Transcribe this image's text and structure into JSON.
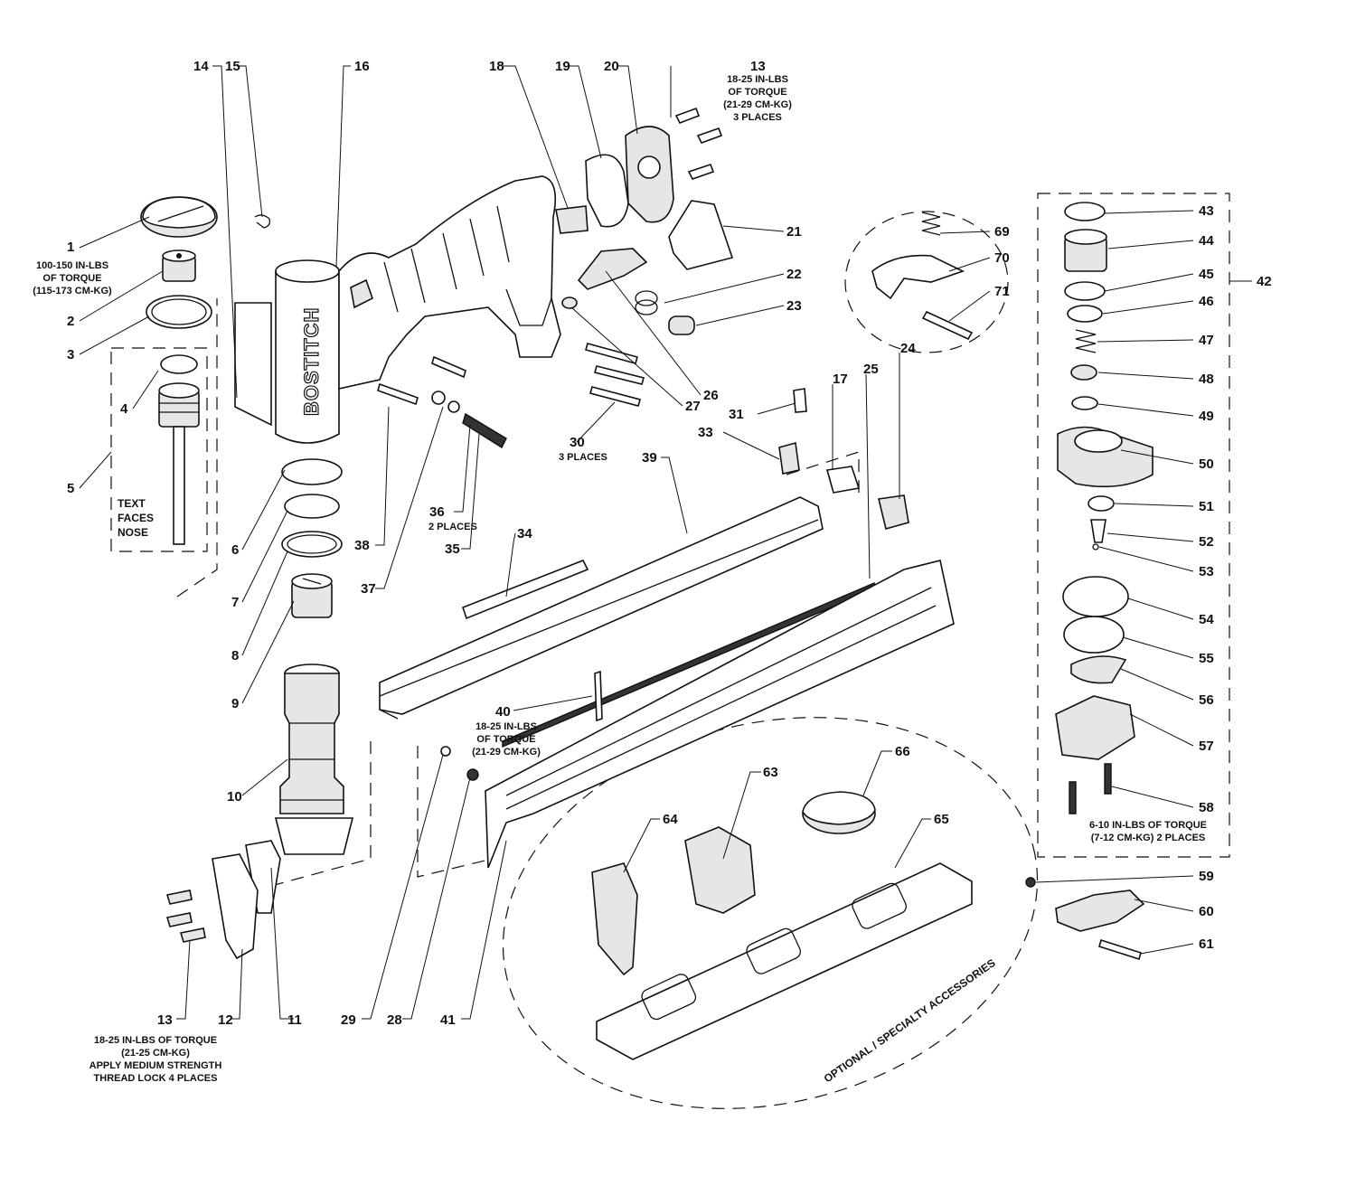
{
  "brand": "BOSTITCH",
  "parts": {
    "p1": "1",
    "p2": "2",
    "p3": "3",
    "p4": "4",
    "p5": "5",
    "p6": "6",
    "p7": "7",
    "p8": "8",
    "p9": "9",
    "p10": "10",
    "p11": "11",
    "p12": "12",
    "p13a": "13",
    "p13b": "13",
    "p14": "14",
    "p15": "15",
    "p16": "16",
    "p17": "17",
    "p18": "18",
    "p19": "19",
    "p20": "20",
    "p21": "21",
    "p22": "22",
    "p23": "23",
    "p24": "24",
    "p25": "25",
    "p26": "26",
    "p27": "27",
    "p28": "28",
    "p29": "29",
    "p30": "30",
    "p31": "31",
    "p33": "33",
    "p34": "34",
    "p35": "35",
    "p36": "36",
    "p37": "37",
    "p38": "38",
    "p39": "39",
    "p40": "40",
    "p41": "41",
    "p42": "42",
    "p43": "43",
    "p44": "44",
    "p45": "45",
    "p46": "46",
    "p47": "47",
    "p48": "48",
    "p49": "49",
    "p50": "50",
    "p51": "51",
    "p52": "52",
    "p53": "53",
    "p54": "54",
    "p55": "55",
    "p56": "56",
    "p57": "57",
    "p58": "58",
    "p59": "59",
    "p60": "60",
    "p61": "61",
    "p63": "63",
    "p64": "64",
    "p65": "65",
    "p66": "66",
    "p69": "69",
    "p70": "70",
    "p71": "71"
  },
  "notes": {
    "torque_1": [
      "100-150 IN-LBS",
      "OF TORQUE",
      "(115-173 CM-KG)"
    ],
    "torque_13_top": [
      "18-25 IN-LBS",
      "OF TORQUE",
      "(21-29 CM-KG)",
      "3 PLACES"
    ],
    "torque_40": [
      "18-25 IN-LBS",
      "OF TORQUE",
      "(21-29 CM-KG)"
    ],
    "torque_13_bottom": [
      "18-25 IN-LBS OF TORQUE",
      "(21-25 CM-KG)",
      "APPLY MEDIUM STRENGTH",
      "THREAD LOCK 4 PLACES"
    ],
    "torque_58": [
      "6-10 IN-LBS OF TORQUE",
      "(7-12 CM-KG) 2 PLACES"
    ],
    "text_faces_nose": [
      "TEXT",
      "FACES",
      "NOSE"
    ],
    "places_30": "3 PLACES",
    "places_36": "2 PLACES",
    "optional": "OPTIONAL / SPECIALTY ACCESSORIES"
  }
}
